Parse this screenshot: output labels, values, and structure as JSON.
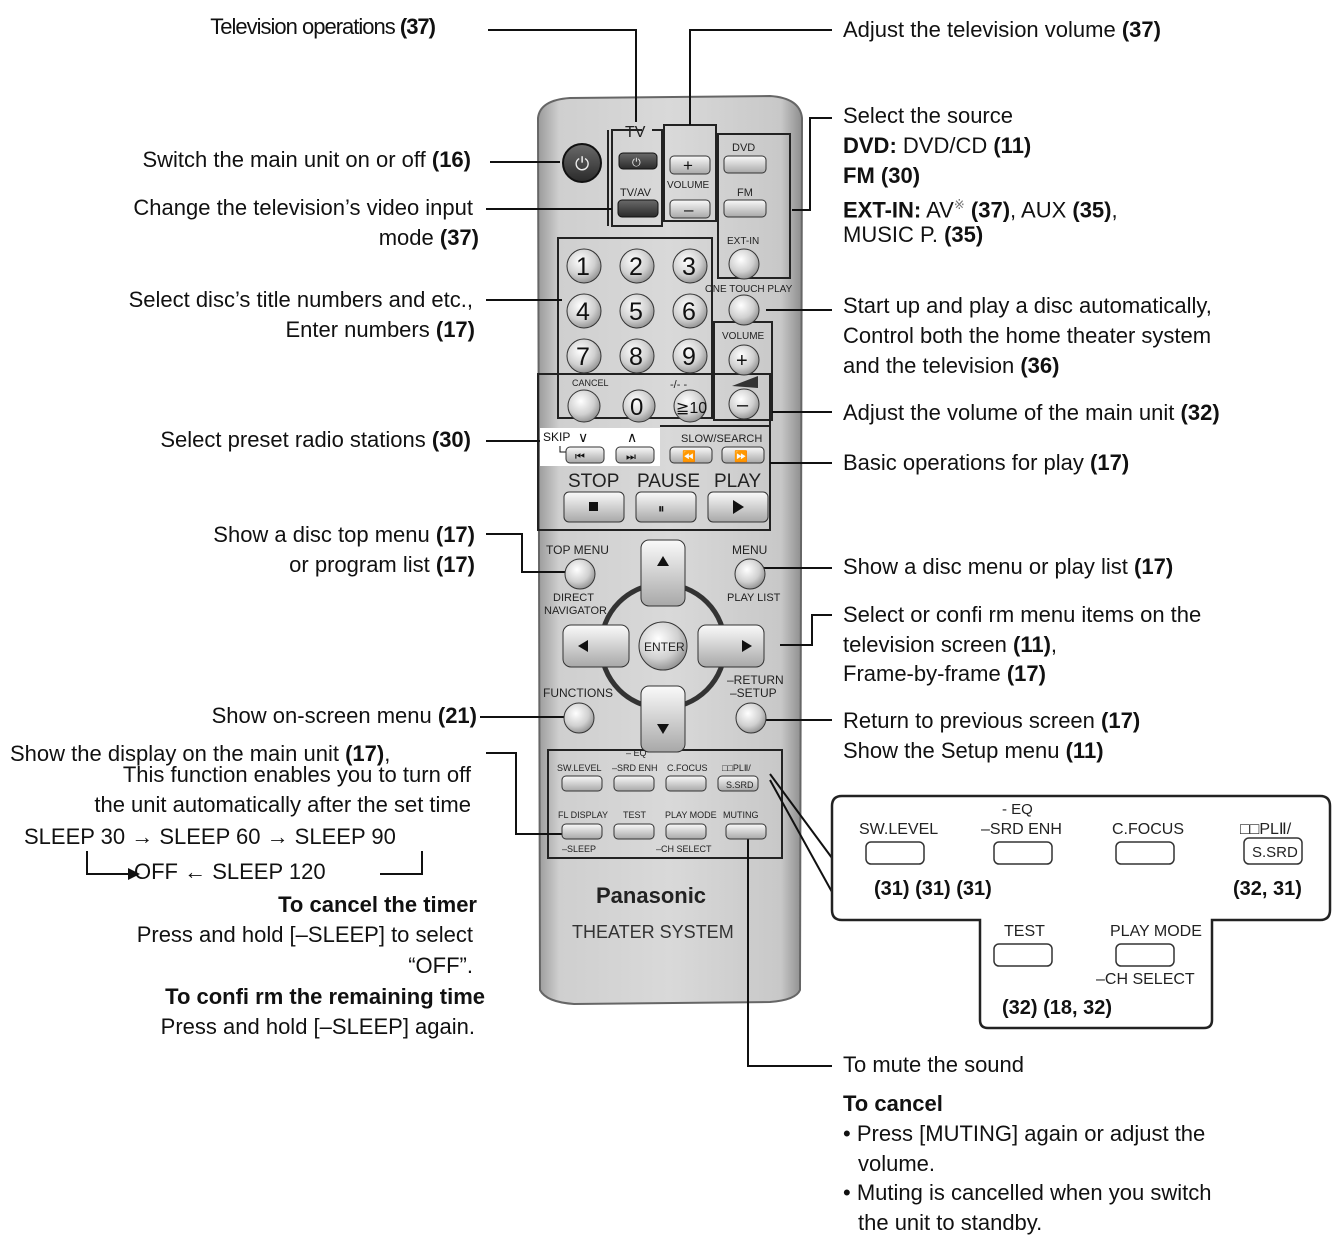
{
  "left": {
    "tv_ops": {
      "text": "Television operations",
      "ref": "(37)"
    },
    "power": {
      "text": "Switch the main unit on or off",
      "ref": "(16)"
    },
    "tvav_1": "Change the television’s video input",
    "tvav_2": {
      "text": "mode",
      "ref": "(37)"
    },
    "numbers_1": "Select disc’s title numbers and etc.,",
    "numbers_2": {
      "text": "Enter numbers",
      "ref": "(17)"
    },
    "preset": {
      "text": "Select preset radio stations",
      "ref": "(30)"
    },
    "topmenu_1": {
      "text": "Show a disc top menu",
      "ref": "(17)"
    },
    "topmenu_2": {
      "text": "or program list",
      "ref": "(17)"
    },
    "onscreen": {
      "text": "Show on-screen menu",
      "ref": "(21)"
    },
    "fldisplay": {
      "text": "Show the display on the main unit",
      "ref": "(17)",
      "tail": ","
    },
    "sleep_1": "This function enables you to turn off",
    "sleep_2": "the unit automatically after the set time",
    "sleep_3": "SLEEP 30 → SLEEP 60 → SLEEP 90",
    "sleep_4": "OFF ← SLEEP 120",
    "cancel_timer_h": "To cancel the timer",
    "cancel_timer_1": "Press and hold [–SLEEP] to select",
    "cancel_timer_2": "“OFF”.",
    "confirm_h": "To confi rm the remaining time",
    "confirm_1": "Press and hold [–SLEEP] again."
  },
  "right": {
    "tv_volume": {
      "text": "Adjust the television volume",
      "ref": "(37)"
    },
    "source_1": "Select the source",
    "source_2": {
      "b": "DVD:",
      "text": " DVD/CD ",
      "ref": "(11)"
    },
    "source_3": {
      "b": "FM",
      "ref": "(30)"
    },
    "source_4": {
      "b": "EXT-IN:",
      "text": " AV",
      "mark": "※",
      "ref1": "(37)",
      "mid": ", AUX ",
      "ref2": "(35)",
      "tail": ","
    },
    "source_5": {
      "text": "MUSIC P. ",
      "ref": "(35)"
    },
    "onetouch_1": "Start up and play a disc automatically,",
    "onetouch_2": "Control both the home theater system",
    "onetouch_3": {
      "text": "and the television",
      "ref": "(36)"
    },
    "main_volume": {
      "text": "Adjust the volume of the main unit",
      "ref": "(32)"
    },
    "basic": {
      "text": "Basic operations for play",
      "ref": "(17)"
    },
    "menu": {
      "text": "Show a disc menu or play list",
      "ref": "(17)"
    },
    "select_1": "Select or confi rm menu items on the",
    "select_2": {
      "text": "television screen",
      "ref": "(11)",
      "tail": ","
    },
    "select_3": {
      "text": "Frame-by-frame",
      "ref": "(17)"
    },
    "return_1": {
      "text": "Return to previous screen",
      "ref": "(17)"
    },
    "return_2": {
      "text": "Show the Setup menu",
      "ref": "(11)"
    },
    "mute": "To mute the sound",
    "mute_cancel_h": "To cancel",
    "mute_c1": "• Press [MUTING] again or adjust the",
    "mute_c2": "volume.",
    "mute_c3": "• Muting is cancelled when you switch",
    "mute_c4": "the unit to standby."
  },
  "inset": {
    "sw_level": "SW.LEVEL",
    "eq": "- EQ",
    "srd_enh": "–SRD ENH",
    "c_focus": "C.FOCUS",
    "pl2": "□□PLⅡ/",
    "s_srd": "S.SRD",
    "refs_a": "(31) (31) (31)",
    "refs_b": "(32, 31)",
    "test": "TEST",
    "play_mode": "PLAY MODE",
    "ch_select": "–CH SELECT",
    "refs_c": "(32) (18, 32)"
  },
  "remote": {
    "tv": "TV",
    "tvav": "TV/AV",
    "volume": "VOLUME",
    "dvd": "DVD",
    "fm": "FM",
    "extin": "EXT-IN",
    "one_touch": "ONE TOUCH PLAY",
    "keys": [
      "1",
      "2",
      "3",
      "4",
      "5",
      "6",
      "7",
      "8",
      "9"
    ],
    "zero": "0",
    "ge10": "≧10",
    "dash": "-/- -",
    "cancel": "CANCEL",
    "vol2": "VOLUME",
    "skip": "SKIP",
    "slow": "SLOW/SEARCH",
    "stop": "STOP",
    "pause": "PAUSE",
    "play": "PLAY",
    "top_menu": "TOP MENU",
    "menu": "MENU",
    "direct_nav_1": "DIRECT",
    "direct_nav_2": "NAVIGATOR",
    "play_list": "PLAY LIST",
    "enter": "ENTER",
    "functions": "FUNCTIONS",
    "return": "–RETURN",
    "setup": "–SETUP",
    "sw_level": "SW.LEVEL",
    "eq": "– EQ",
    "srd_enh": "–SRD ENH",
    "c_focus": "C.FOCUS",
    "pl2": "□□PLⅡ/",
    "s_srd": "S.SRD",
    "fl_display": "FL DISPLAY",
    "sleep": "–SLEEP",
    "test": "TEST",
    "play_mode": "PLAY MODE",
    "ch_select": "–CH SELECT",
    "muting": "MUTING",
    "brand": "Panasonic",
    "model": "THEATER SYSTEM"
  }
}
